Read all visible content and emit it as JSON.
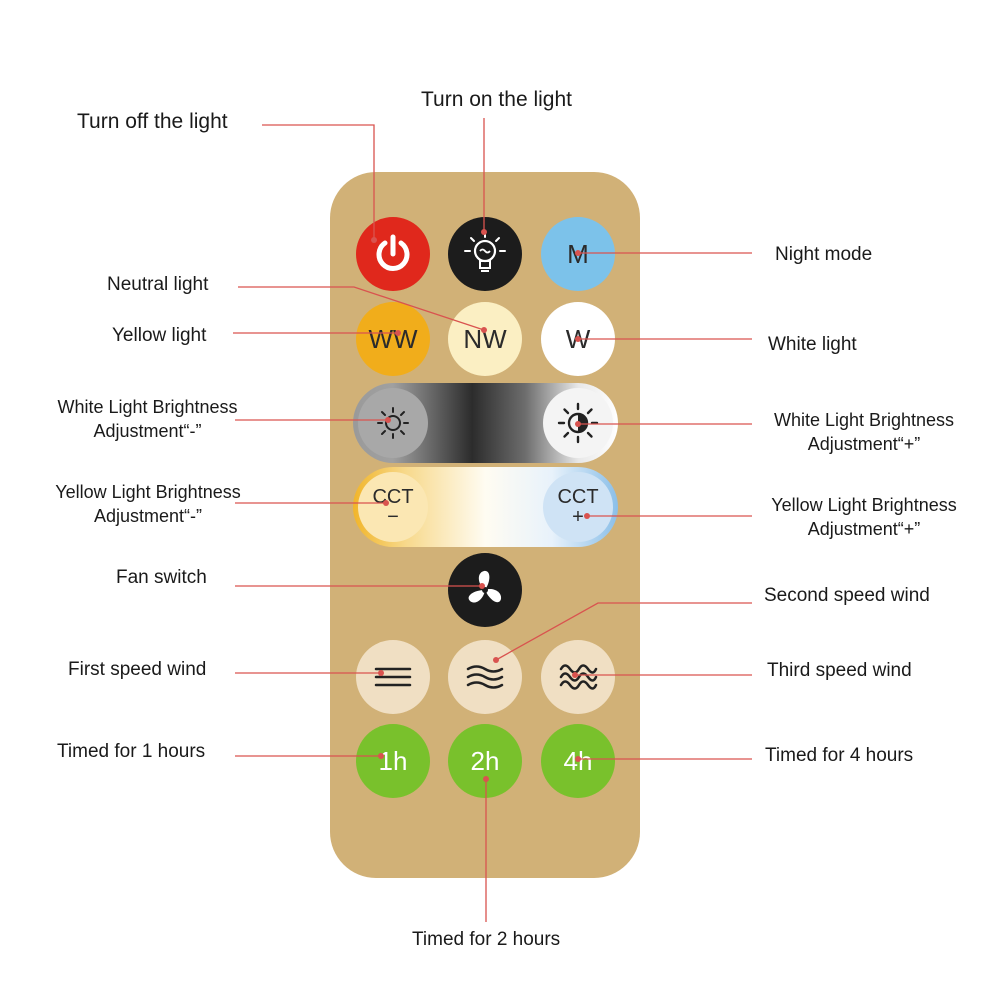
{
  "remote": {
    "buttons": {
      "m": "M",
      "ww": "WW",
      "nw": "NW",
      "w": "W",
      "cct_minus": "CCT",
      "cct_minus_sign": "−",
      "cct_plus": "CCT",
      "cct_plus_sign": "+",
      "t1": "1h",
      "t2": "2h",
      "t4": "4h"
    },
    "colors": {
      "body": "#d1b177",
      "power": "#e0281c",
      "on": "#1c1c1c",
      "night": "#7cc2ea",
      "yellow": "#f1ad1b",
      "neutral": "#fbefc3",
      "white": "#ffffff",
      "fan": "#1c1c1c",
      "speed": "#f0dfc3",
      "timer": "#79c12c",
      "leader": "#d9534f"
    },
    "icons": [
      "power-icon",
      "bulb-icon",
      "sun-dim-icon",
      "sun-bright-icon",
      "fan-icon",
      "wind-speed-1-icon",
      "wind-speed-2-icon",
      "wind-speed-3-icon"
    ]
  },
  "labels": {
    "turn_off": "Turn off the light",
    "turn_on": "Turn on the light",
    "night_mode": "Night mode",
    "neutral": "Neutral light",
    "yellow": "Yellow light",
    "white": "White light",
    "wb_minus_1": "White Light Brightness",
    "wb_minus_2": "Adjustment“-”",
    "wb_plus_1": "White Light Brightness",
    "wb_plus_2": "Adjustment“+”",
    "yb_minus_1": "Yellow Light Brightness",
    "yb_minus_2": "Adjustment“-”",
    "yb_plus_1": "Yellow Light Brightness",
    "yb_plus_2": "Adjustment“+”",
    "fan": "Fan switch",
    "speed2": "Second speed wind",
    "speed1": "First speed wind",
    "speed3": "Third speed wind",
    "timer1": "Timed for 1 hours",
    "timer4": "Timed for 4 hours",
    "timer2": "Timed for 2 hours"
  }
}
